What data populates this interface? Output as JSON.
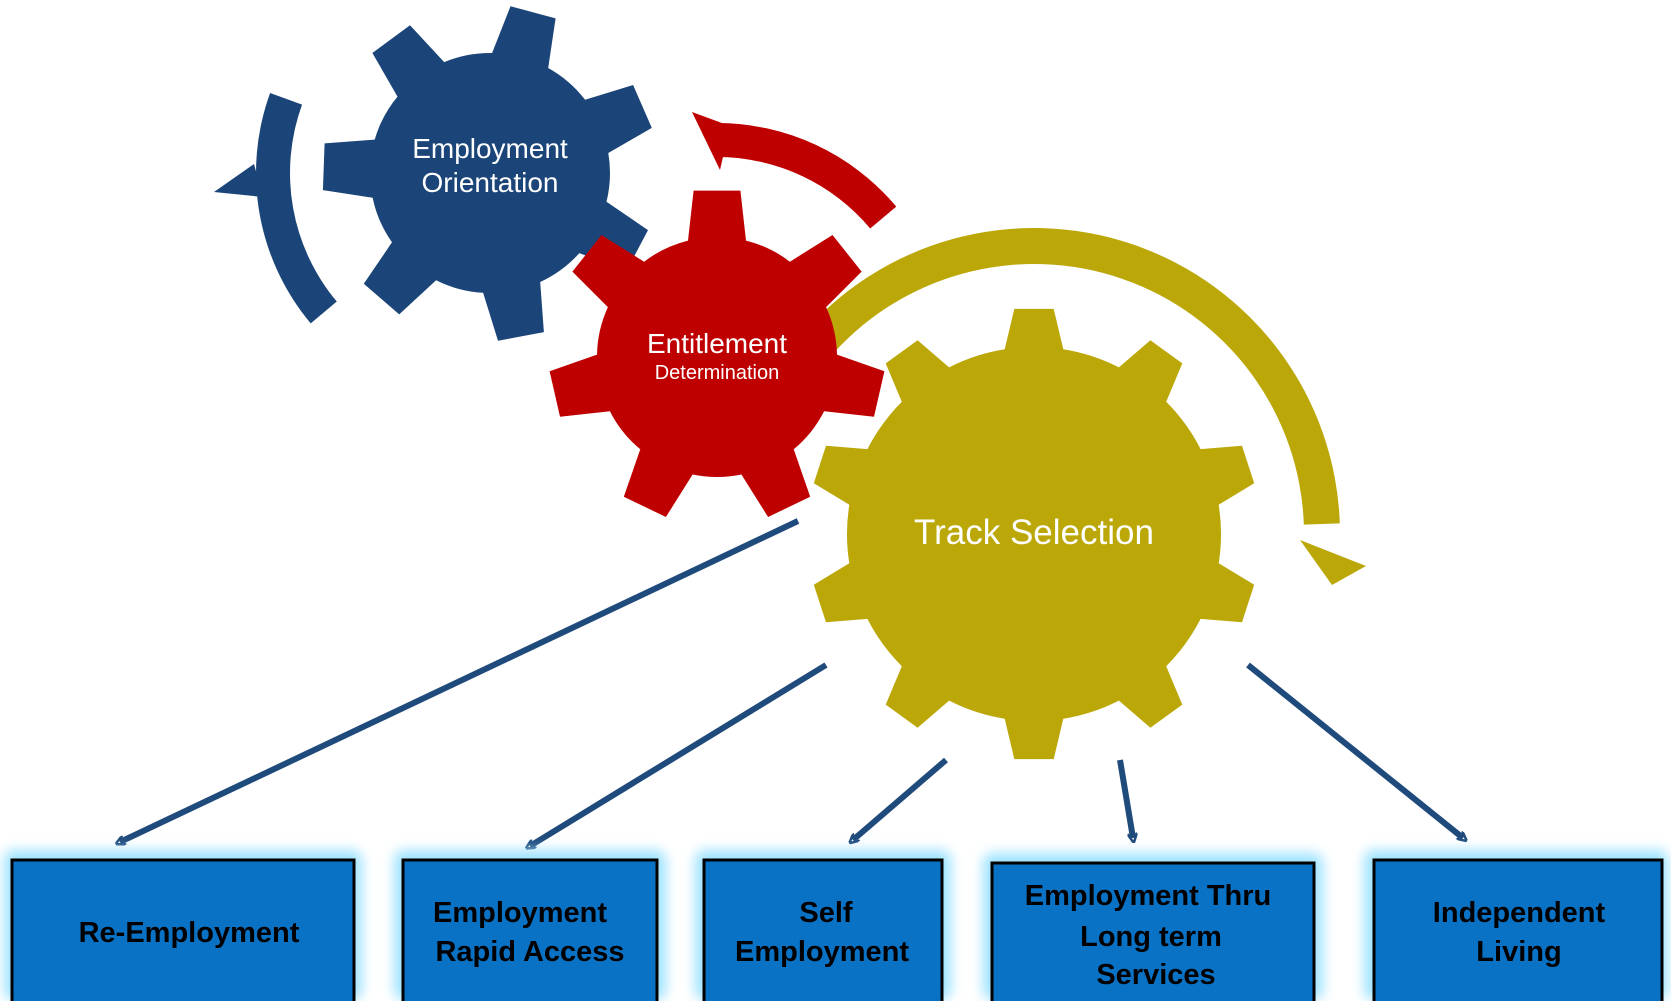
{
  "colors": {
    "blue_gear": "#1b4578",
    "red_gear": "#bf0000",
    "gold_gear": "#bba808",
    "box_fill": "#0a72c5",
    "box_glow": "#9fe3ff",
    "connector": "#1f4a7c"
  },
  "gears": {
    "orientation": {
      "line1": "Employment",
      "line2": "Orientation"
    },
    "entitlement": {
      "line1": "Entitlement",
      "line2": "Determination"
    },
    "track": {
      "line1": "Track Selection"
    }
  },
  "tracks": [
    {
      "lines": [
        "Re-Employment"
      ]
    },
    {
      "lines": [
        "Employment",
        "Rapid Access"
      ]
    },
    {
      "lines": [
        "Self",
        "Employment"
      ]
    },
    {
      "lines": [
        "Employment Thru",
        "Long term",
        "Services"
      ]
    },
    {
      "lines": [
        "Independent",
        "Living"
      ]
    }
  ]
}
